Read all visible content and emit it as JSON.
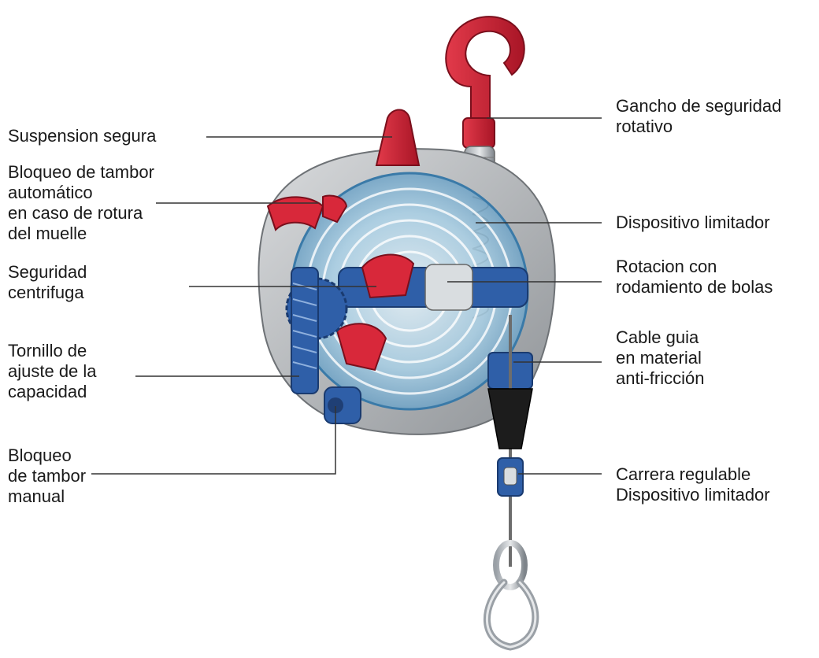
{
  "labels_left": [
    {
      "id": "suspension",
      "text": "Suspension segura"
    },
    {
      "id": "bloqueo-auto",
      "text": "Bloqueo de tambor\nautomático\nen caso de rotura\ndel muelle"
    },
    {
      "id": "seguridad",
      "text": "Seguridad\ncentrifuga"
    },
    {
      "id": "tornillo",
      "text": "Tornillo de\najuste de la\ncapacidad"
    },
    {
      "id": "bloqueo-manual",
      "text": "Bloqueo\nde tambor\nmanual"
    }
  ],
  "labels_right": [
    {
      "id": "gancho",
      "text": "Gancho de seguridad\nrotativo"
    },
    {
      "id": "limitador",
      "text": "Dispositivo limitador"
    },
    {
      "id": "rotacion",
      "text": "Rotacion con\nrodamiento de bolas"
    },
    {
      "id": "cable",
      "text": "Cable guia\nen material\nanti-fricción"
    },
    {
      "id": "carrera",
      "text": "Carrera regulable\nDispositivo limitador"
    }
  ],
  "colors": {
    "hook_red": "#d8283a",
    "housing_gray": "#b9bcbf",
    "blue_part": "#2f5fa8",
    "transparent_blue": "#7fb6d8",
    "leader_line": "#333333"
  },
  "icons": {
    "device": "spring-balancer-illustration"
  }
}
